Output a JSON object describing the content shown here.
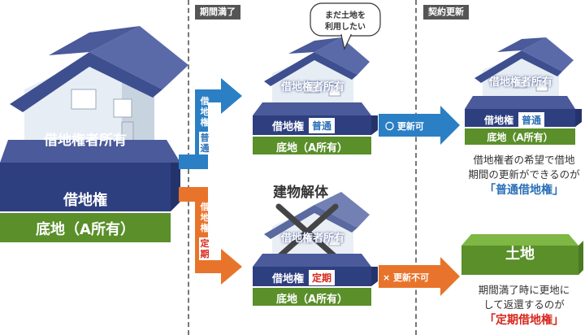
{
  "phases": {
    "expiry": "期間満了",
    "renewal": "契約更新"
  },
  "speech_bubble": {
    "line1": "まだ土地を",
    "line2": "利用したい"
  },
  "left": {
    "house_label": "借地権者所有",
    "leasehold_label": "借地権",
    "land_label": "底地（A所有）"
  },
  "branch_top": {
    "right_label": "借地権",
    "type_label": "普通"
  },
  "branch_bottom": {
    "right_label": "借地権",
    "type_label": "定期"
  },
  "middle_top": {
    "house_label": "借地権者所有",
    "leasehold_label": "借地権",
    "type_badge": "普通",
    "land_label": "底地（A所有）"
  },
  "middle_bottom": {
    "demolition_label": "建物解体",
    "house_label": "借地権者所有",
    "leasehold_label": "借地権",
    "type_badge": "定期",
    "land_label": "底地（A所有）"
  },
  "arrow_top": {
    "label": "〇 更新可"
  },
  "arrow_bottom": {
    "label": "× 更新不可"
  },
  "right_top": {
    "house_label": "借地権者所有",
    "leasehold_label": "借地権",
    "type_badge": "普通",
    "land_label": "底地（A所有）",
    "desc_line1": "借地権者の希望で借地",
    "desc_line2": "期間の更新ができるのが",
    "desc_emph": "「普通借地権」"
  },
  "right_bottom": {
    "land_label": "土地",
    "desc_line1": "期間満了時に更地に",
    "desc_line2": "して返還するのが",
    "desc_emph": "「定期借地権」"
  },
  "colors": {
    "navy": "#2e3f7f",
    "navy_top": "#4a5a9a",
    "green": "#5a8f2a",
    "blue_arrow": "#2b7fc4",
    "orange_arrow": "#e8742b",
    "red": "#d7261b",
    "roof": "#3e4f8f",
    "wall": "#e7edf4"
  }
}
